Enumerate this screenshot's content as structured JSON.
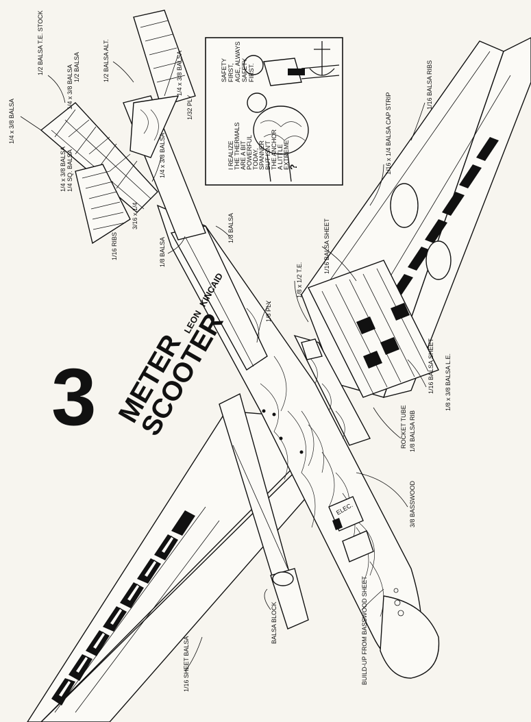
{
  "title": {
    "number": "3",
    "line1": "METER",
    "line2": "SCOOTER",
    "author_first": "LEON",
    "author_last": "KINCAID"
  },
  "cartoon": {
    "speech_left": [
      "I REALIZE",
      "THE THERMALS",
      "ARE A BIT",
      "POWERFUL",
      "TODAY,",
      "SPANNER",
      "BUT ISN'T",
      "THE ANCHOR",
      "A LITTLE",
      "EXTREME",
      "?"
    ],
    "speech_right": [
      "SAFETY",
      "FIRST,",
      "AGE, ALWAYS",
      "SAFETY",
      "FIRST."
    ]
  },
  "labels": [
    "1/4 x 3/8 BALSA",
    "1/2 BALSA T.E. STOCK",
    "1/4 x 3/8 BALSA",
    "1/2 BALSA",
    "1/2 BALSA ALT.",
    "1/4 x 3/8 BALSA",
    "1/32 PLY",
    "1/4 x 3/8 BALSA",
    "1/4 x 3/8 BALSA",
    "1/4 SQ. BALSA",
    "1/16 RIBS",
    "3/16 x 1/4",
    "1/8 BALSA",
    "1/8 BALSA",
    "1/8 PLY",
    "1/16 BALSA RIBS",
    "1/16 x 1/4 BALSA CAP STRIP",
    "1/16 BALSA SHEET",
    "1/8 x 1/2 T.E.",
    "1/16 BALSA SHEET",
    "1/8 x 3/8 BALSA L.E.",
    "ROCKET TUBE",
    "1/8 BALSA RIB",
    "3/8 BASSWOOD",
    "BUILD-UP FROM BASSWOOD SHEET",
    "BALSA BLOCK",
    "1/16 SHEET BALSA"
  ]
}
